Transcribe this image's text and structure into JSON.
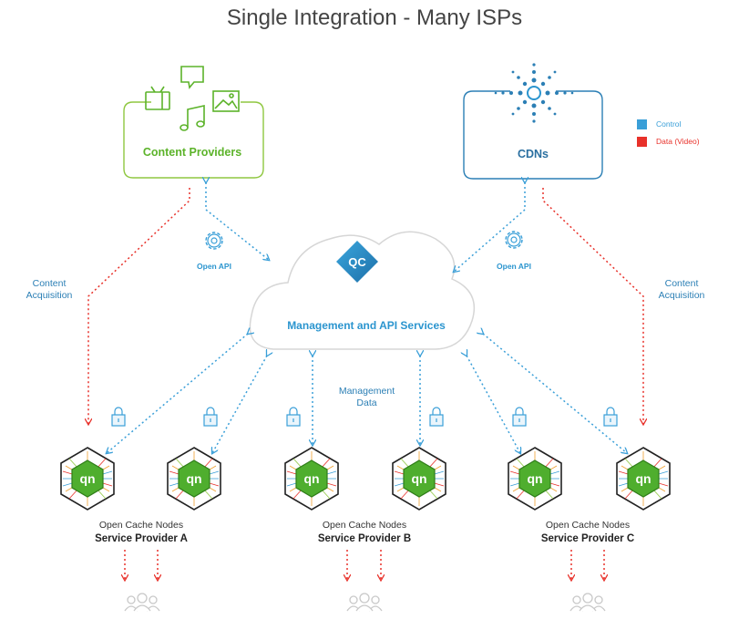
{
  "title": "Single Integration - Many ISPs",
  "content_providers": {
    "label": "Content Providers"
  },
  "cdns": {
    "label": "CDNs"
  },
  "management": {
    "label": "Management and API Services",
    "logo_text": "QC"
  },
  "open_api_left": "Open API",
  "open_api_right": "Open API",
  "content_acquisition_left": [
    "Content",
    "Acquisition"
  ],
  "content_acquisition_right": [
    "Content",
    "Acquisition"
  ],
  "management_data": [
    "Management",
    "Data"
  ],
  "legend": {
    "control": {
      "label": "Control",
      "color": "#3a9fd8"
    },
    "data": {
      "label": "Data (Video)",
      "color": "#e8312a"
    }
  },
  "providers": [
    {
      "caption": "Open Cache Nodes",
      "name": "Service Provider A"
    },
    {
      "caption": "Open Cache Nodes",
      "name": "Service Provider B"
    },
    {
      "caption": "Open Cache Nodes",
      "name": "Service Provider C"
    }
  ],
  "node_logo_text": "qn",
  "colors": {
    "green": "#5cb32a",
    "blue": "#2b95cf",
    "red": "#e8312a",
    "dark_blue": "#2a6fa0"
  }
}
